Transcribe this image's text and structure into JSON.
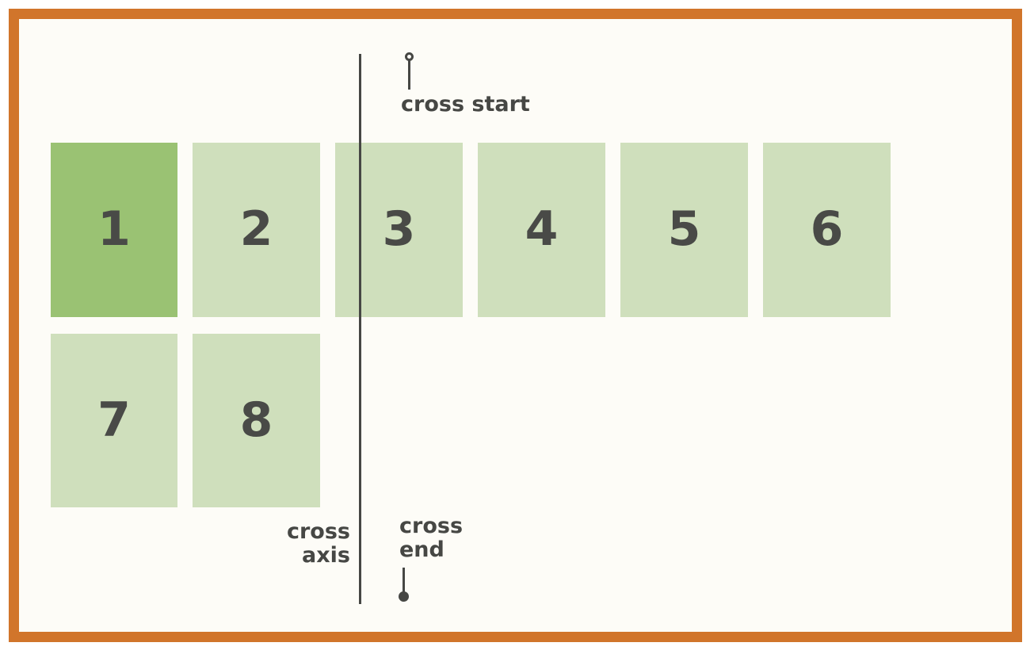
{
  "diagram": {
    "title": "flexbox cross axis diagram",
    "background_color": "#fdfcf7",
    "border_color": "#d1752b",
    "axis_color": "#464744",
    "item_color": "#cfdfbc",
    "item_highlight_color": "#9ac273",
    "text_color": "#464744"
  },
  "items": [
    {
      "label": "1",
      "row": 1,
      "highlighted": true
    },
    {
      "label": "2",
      "row": 1,
      "highlighted": false
    },
    {
      "label": "3",
      "row": 1,
      "highlighted": false
    },
    {
      "label": "4",
      "row": 1,
      "highlighted": false
    },
    {
      "label": "5",
      "row": 1,
      "highlighted": false
    },
    {
      "label": "6",
      "row": 1,
      "highlighted": false
    },
    {
      "label": "7",
      "row": 2,
      "highlighted": false
    },
    {
      "label": "8",
      "row": 2,
      "highlighted": false
    }
  ],
  "annotations": {
    "cross_start": "cross start",
    "cross_axis_line1": "cross",
    "cross_axis_line2": "axis",
    "cross_end_line1": "cross",
    "cross_end_line2": "end"
  }
}
